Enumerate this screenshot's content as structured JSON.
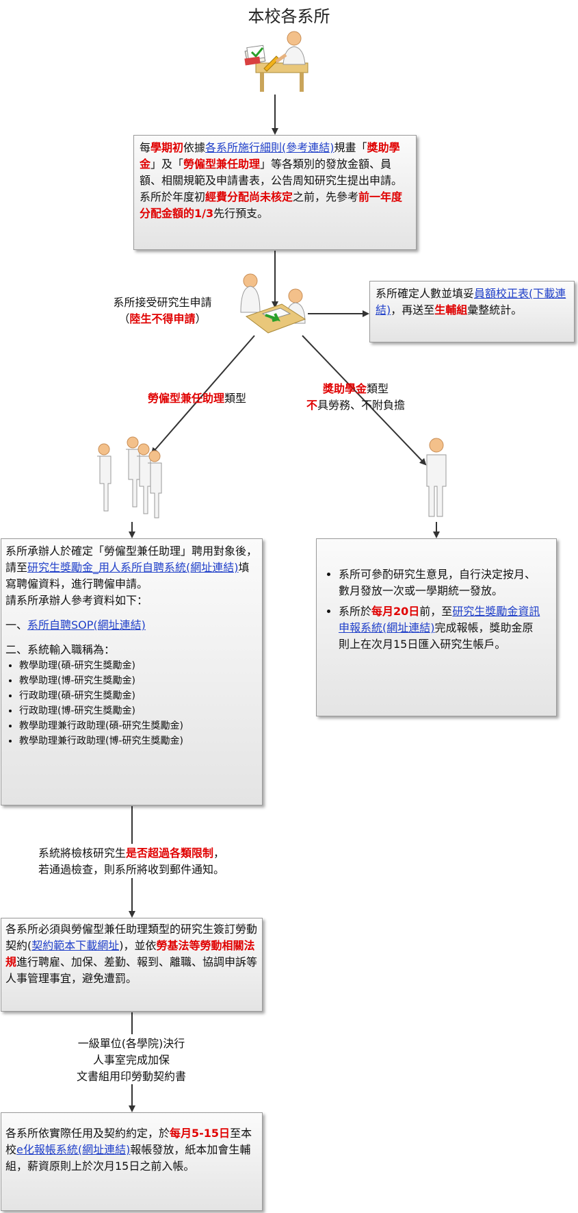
{
  "title": "本校各系所",
  "box1": {
    "p1": [
      "每",
      "學期初",
      "依據",
      "各系所施行細則(參考連結)",
      "規畫「",
      "獎助學金",
      "」及「",
      "勞僱型兼任助理",
      "」等各類別的發放金額、員額、相關規範及申請書表，公告周知研究生提出申請。"
    ],
    "p2": [
      "系所於年度初",
      "經費分配尚未核定",
      "之前，先參考",
      "前一年度分配金額的1/3",
      "先行預支。"
    ]
  },
  "label_receive": {
    "line1": "系所接受研究生申請",
    "line2a": "（",
    "line2b": "陸生不得申請",
    "line2c": "）"
  },
  "box_right": {
    "parts": [
      "系所確定人數並填妥",
      "員額校正表(下載連結)",
      "，再送至",
      "生輔組",
      "彙整統計。"
    ]
  },
  "label_left_branch": {
    "red": "勞僱型兼任助理",
    "rest": "類型"
  },
  "label_right_branch": {
    "red1": "獎助學金",
    "rest1": "類型",
    "red2": "不",
    "rest2": "具勞務、不附負擔"
  },
  "box_left": {
    "p1": [
      "系所承辦人於確定「勞僱型兼任助理」聘用對象後，請至",
      "研究生獎勵金_用人系所自聘系統(網址連結)",
      "填寫聘僱資料，進行聘僱申請。"
    ],
    "p2": "請系所承辦人參考資料如下：",
    "p3": [
      "一、",
      "系所自聘SOP(網址連結)"
    ],
    "p4": "二、系統輸入職稱為：",
    "items": [
      "教學助理(碩-研究生獎勵金)",
      "教學助理(博-研究生獎勵金)",
      "行政助理(碩-研究生獎勵金)",
      "行政助理(博-研究生獎勵金)",
      "教學助理兼行政助理(碩-研究生獎勵金)",
      "教學助理兼行政助理(博-研究生獎勵金)"
    ]
  },
  "box_scholar": {
    "item1": "系所可參酌研究生意見，自行決定按月、數月發放一次或一學期統一發放。",
    "item2": [
      "系所於",
      "每月20日",
      "前，至",
      "研究生獎勵金資訊申報系統(網址連結)",
      "完成報帳，獎助金原則上在次月15日匯入研究生帳戶。"
    ]
  },
  "label_check": {
    "a": "系統將檢核研究生",
    "b": "是否超過各類限制",
    "c": "，",
    "line2": "若通過檢查，則系所將收到郵件通知。"
  },
  "box_contract": {
    "parts": [
      "各系所必須與勞僱型兼任助理類型的研究生簽訂勞動契約(",
      "契約範本下載網址",
      ")，並依",
      "勞基法等勞動相關法規",
      "進行聘雇、加保、差勤、報到、離職、協調申訴等人事管理事宜，避免遭罰。"
    ]
  },
  "label_college": {
    "line1": "一級單位(各學院)決行",
    "line2": "人事室完成加保",
    "line3": "文書組用印勞動契約書"
  },
  "box_pay": {
    "parts": [
      "各系所依實際任用及契約約定，於",
      "每月5-15日",
      "至本校",
      "e化報帳系統(網址連結)",
      "報帳發放，紙本加會生輔組，薪資原則上於次月15日之前入帳。"
    ]
  },
  "colors": {
    "red": "#e00000",
    "link": "#1f3fc9",
    "line": "#333333"
  },
  "icons": [
    "office-worker-icon",
    "meeting-desk-icon",
    "group-people-icon",
    "single-person-icon"
  ]
}
